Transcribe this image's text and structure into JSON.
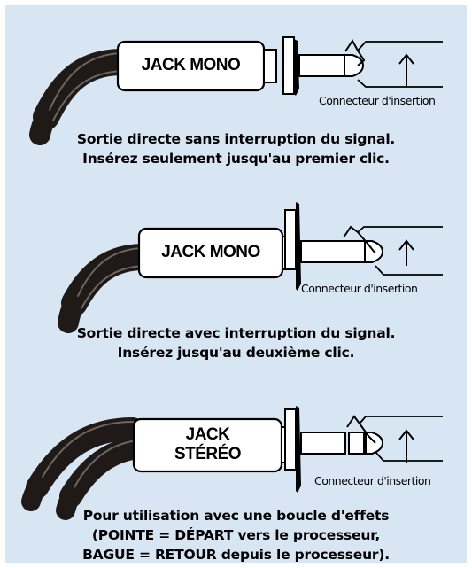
{
  "panels": [
    {
      "jack_label_lines": [
        "JACK MONO"
      ],
      "insertion_label": "Connecteur d'insertion",
      "caption_lines": [
        "Sortie directe sans interruption du signal.",
        "Insérez seulement jusqu'au premier clic."
      ]
    },
    {
      "jack_label_lines": [
        "JACK MONO"
      ],
      "insertion_label": "Connecteur d'insertion",
      "caption_lines": [
        "Sortie directe avec interruption du signal.",
        "Insérez jusqu'au deuxième clic."
      ]
    },
    {
      "jack_label_lines": [
        "JACK",
        "STÉRÉO"
      ],
      "insertion_label": "Connecteur d'insertion",
      "caption_lines": [
        "Pour utilisation avec une boucle d'effets",
        "(POINTE = DÉPART vers le processeur,",
        "BAGUE = RETOUR depuis le processeur)."
      ]
    }
  ],
  "colors": {
    "background": "#d8e6f3",
    "border": "#ffffff",
    "ink": "#000000",
    "cable": "#1f1a17",
    "plug_body": "#ffffff"
  }
}
